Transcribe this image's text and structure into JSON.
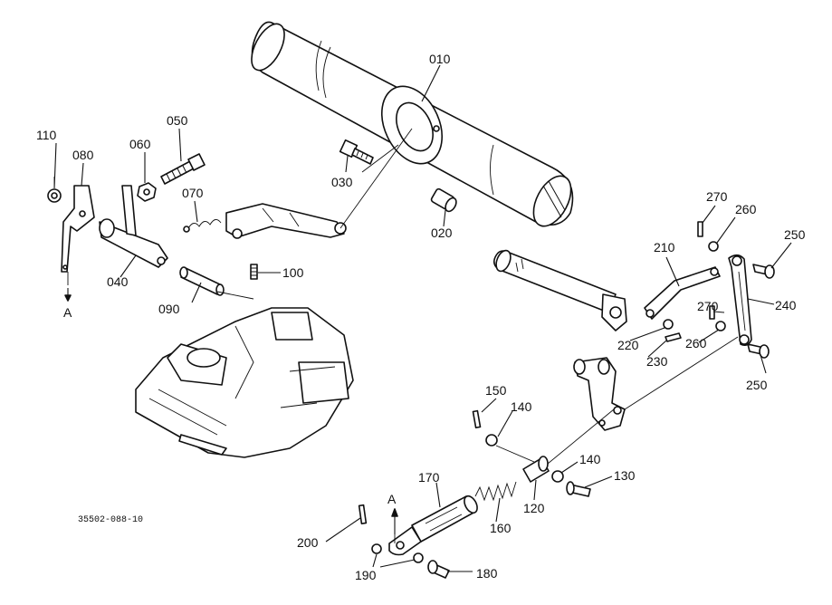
{
  "figure_code": "35502-088-10",
  "view_marker": "A",
  "parts": {
    "p010": "010",
    "p020": "020",
    "p030": "030",
    "p040": "040",
    "p050": "050",
    "p060": "060",
    "p070": "070",
    "p080": "080",
    "p090": "090",
    "p100": "100",
    "p110": "110",
    "p120": "120",
    "p130": "130",
    "p140": "140",
    "p150": "150",
    "p160": "160",
    "p170": "170",
    "p180": "180",
    "p190": "190",
    "p200": "200",
    "p210": "210",
    "p220": "220",
    "p230": "230",
    "p240": "240",
    "p250": "250",
    "p260": "260",
    "p270": "270"
  }
}
